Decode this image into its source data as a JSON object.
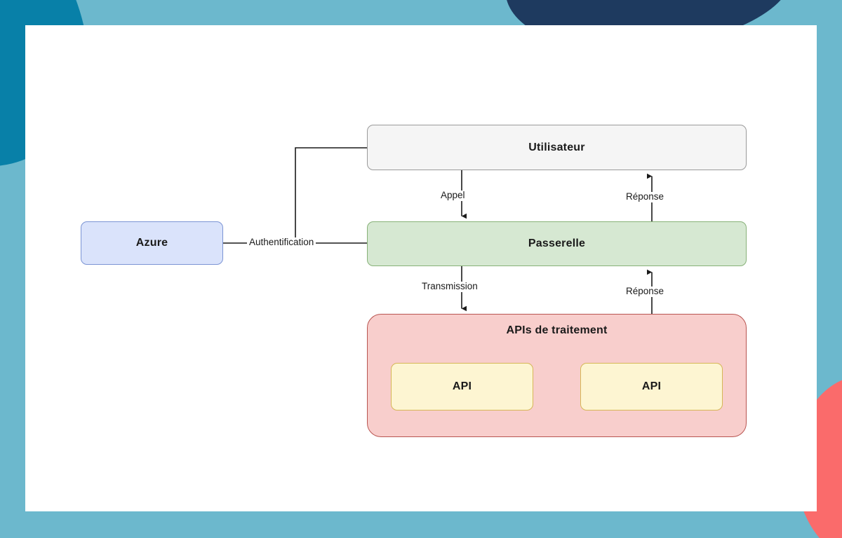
{
  "slide": {
    "background_color": "#6cb8cd",
    "canvas_color": "#ffffff",
    "decorations": [
      {
        "name": "blob-teal-dark",
        "color": "#0880a8"
      },
      {
        "name": "blob-navy",
        "color": "#1e3a5f"
      },
      {
        "name": "blob-coral",
        "color": "#fa6b6b"
      }
    ]
  },
  "diagram": {
    "type": "flowchart",
    "nodes": [
      {
        "id": "utilisateur",
        "label": "Utilisateur",
        "fill": "#f5f5f5",
        "stroke": "#9a9a9a"
      },
      {
        "id": "azure",
        "label": "Azure",
        "fill": "#dae3fb",
        "stroke": "#7b94d4"
      },
      {
        "id": "passerelle",
        "label": "Passerelle",
        "fill": "#d6e8d2",
        "stroke": "#87b178"
      },
      {
        "id": "apis",
        "label": "APIs de traitement",
        "fill": "#f8cecc",
        "stroke": "#b85450",
        "children": [
          {
            "id": "api-1",
            "label": "API",
            "fill": "#fdf5d2",
            "stroke": "#d6b656"
          },
          {
            "id": "api-2",
            "label": "API",
            "fill": "#fdf5d2",
            "stroke": "#d6b656"
          }
        ]
      }
    ],
    "edges": [
      {
        "id": "edge-appel",
        "label": "Appel",
        "from": "utilisateur",
        "to": "passerelle",
        "direction": "down",
        "arrow": true
      },
      {
        "id": "edge-reponse-haut",
        "label": "Réponse",
        "from": "passerelle",
        "to": "utilisateur",
        "direction": "up",
        "arrow": true
      },
      {
        "id": "edge-transmission",
        "label": "Transmission",
        "from": "passerelle",
        "to": "apis",
        "direction": "down",
        "arrow": true
      },
      {
        "id": "edge-reponse-bas",
        "label": "Réponse",
        "from": "apis",
        "to": "passerelle",
        "direction": "up",
        "arrow": true
      },
      {
        "id": "edge-authentification",
        "label": "Authentification",
        "from": "azure",
        "to": "passerelle",
        "direction": "right",
        "arrow": false,
        "branch_to": "utilisateur"
      }
    ]
  }
}
